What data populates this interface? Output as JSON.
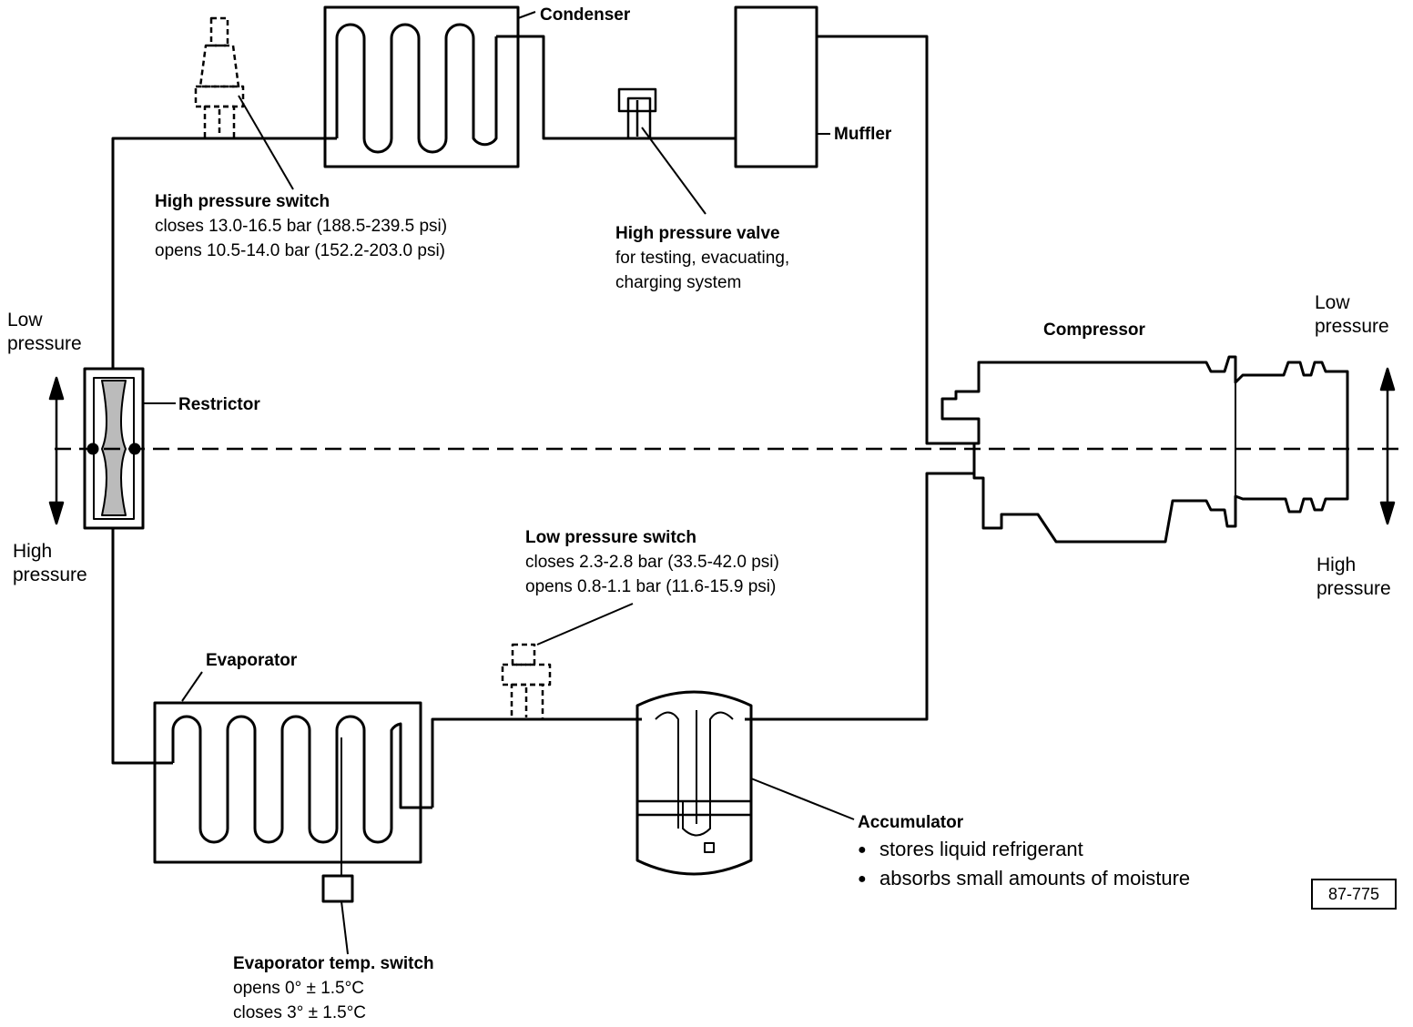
{
  "components": {
    "condenser": "Condenser",
    "muffler": "Muffler",
    "restrictor": "Restrictor",
    "compressor": "Compressor",
    "evaporator": "Evaporator"
  },
  "high_pressure_switch": {
    "title": "High pressure switch",
    "closes": "closes 13.0-16.5 bar (188.5-239.5 psi)",
    "opens": "opens 10.5-14.0 bar (152.2-203.0 psi)"
  },
  "high_pressure_valve": {
    "title": "High pressure valve",
    "line1": "for testing, evacuating,",
    "line2": "charging system"
  },
  "low_pressure_switch": {
    "title": "Low pressure switch",
    "closes": "closes 2.3-2.8 bar (33.5-42.0 psi)",
    "opens": "opens 0.8-1.1 bar (11.6-15.9 psi)"
  },
  "evaporator_temp_switch": {
    "title": "Evaporator temp. switch",
    "opens": "opens 0° ± 1.5°C",
    "closes": "closes 3° ± 1.5°C"
  },
  "accumulator": {
    "title": "Accumulator",
    "bullets": [
      "stores liquid refrigerant",
      "absorbs small amounts of moisture"
    ]
  },
  "left_side": {
    "low_line1": "Low",
    "low_line2": "pressure",
    "high_line1": "High",
    "high_line2": "pressure"
  },
  "right_side": {
    "low_line1": "Low",
    "low_line2": "pressure",
    "high_line1": "High",
    "high_line2": "pressure"
  },
  "figure_id": "87-775"
}
